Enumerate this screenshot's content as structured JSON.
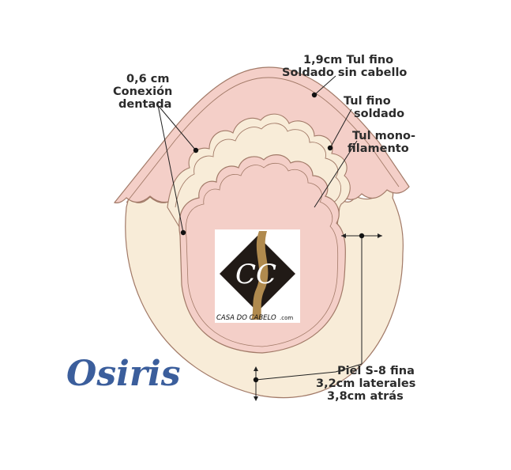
{
  "diagram": {
    "brand_name": "Osiris",
    "labels": {
      "outer_line1": "1,9cm Tul fino",
      "outer_line2": "Soldado sin cabello",
      "mid_line1": "Tul fino",
      "mid_line2": "soldado",
      "mono_line1": "Tul mono-",
      "mono_line2": "filamento",
      "conn_line1": "0,6 cm",
      "conn_line2": "Conexión",
      "conn_line3": "dentada",
      "base_line1": "Piel S-8 fina",
      "base_line2": "3,2cm laterales",
      "base_line3": "3,8cm atrás"
    },
    "logo": {
      "monogram": "CC",
      "wordmark": "CASA DO CABELO",
      "domain": ".com"
    },
    "colors": {
      "pink": "#f4cfc8",
      "cream": "#f8ecd8",
      "outline": "#a27a68",
      "text": "#2b2b2b",
      "brand": "#3b5e9c"
    }
  }
}
